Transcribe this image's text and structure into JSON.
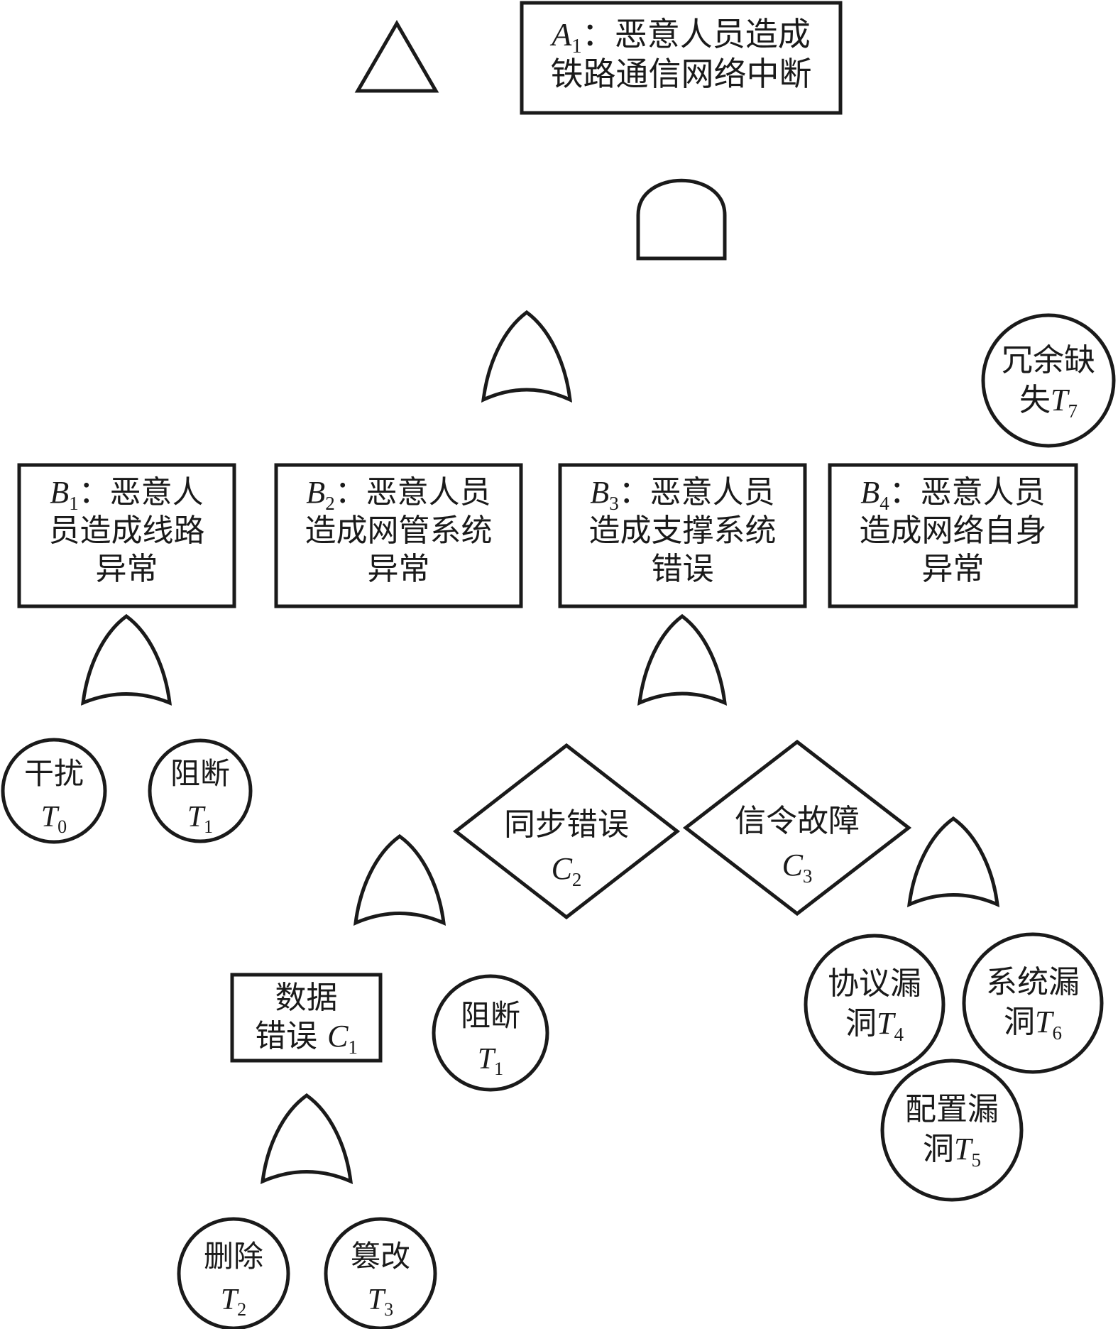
{
  "diagram": {
    "type": "fault-tree",
    "colors": {
      "line": "#1a1a1a",
      "fill": "#ffffff",
      "background": "#ffffff"
    },
    "transfer_symbol": {
      "name": "transfer-triangle",
      "connects_to": "A1"
    },
    "nodes": {
      "A1": {
        "kind": "event-box",
        "symbol": "A",
        "sub": "1",
        "lines": [
          "：恶意人员造成",
          "铁路通信网络中断"
        ]
      },
      "B1": {
        "kind": "event-box",
        "symbol": "B",
        "sub": "1",
        "lines": [
          "：恶意人",
          "员造成线路",
          "异常"
        ]
      },
      "B2": {
        "kind": "event-box",
        "symbol": "B",
        "sub": "2",
        "lines": [
          "：恶意人员",
          "造成网管系统",
          "异常"
        ]
      },
      "B3": {
        "kind": "event-box",
        "symbol": "B",
        "sub": "3",
        "lines": [
          "：恶意人员",
          "造成支撑系统",
          "错误"
        ]
      },
      "B4": {
        "kind": "event-box",
        "symbol": "B",
        "sub": "4",
        "lines": [
          "：恶意人员",
          "造成网络自身",
          "异常"
        ]
      },
      "C1": {
        "kind": "event-box",
        "symbol": "C",
        "sub": "1",
        "lines": [
          "数据",
          "错误 "
        ]
      },
      "C2": {
        "kind": "diamond",
        "symbol": "C",
        "sub": "2",
        "lines": [
          "同步错误"
        ]
      },
      "C3": {
        "kind": "diamond",
        "symbol": "C",
        "sub": "3",
        "lines": [
          "信令故障"
        ]
      },
      "T0": {
        "kind": "basic-event",
        "symbol": "T",
        "sub": "0",
        "lines": [
          "干扰"
        ]
      },
      "T1a": {
        "kind": "basic-event",
        "symbol": "T",
        "sub": "1",
        "lines": [
          "阻断"
        ]
      },
      "T1b": {
        "kind": "basic-event",
        "symbol": "T",
        "sub": "1",
        "lines": [
          "阻断"
        ]
      },
      "T2": {
        "kind": "basic-event",
        "symbol": "T",
        "sub": "2",
        "lines": [
          "删除"
        ]
      },
      "T3": {
        "kind": "basic-event",
        "symbol": "T",
        "sub": "3",
        "lines": [
          "篡改"
        ]
      },
      "T4": {
        "kind": "basic-event",
        "symbol": "T",
        "sub": "4",
        "lines": [
          "协议漏",
          "洞"
        ]
      },
      "T5": {
        "kind": "basic-event",
        "symbol": "T",
        "sub": "5",
        "lines": [
          "配置漏",
          "洞"
        ]
      },
      "T6": {
        "kind": "basic-event",
        "symbol": "T",
        "sub": "6",
        "lines": [
          "系统漏",
          "洞"
        ]
      },
      "T7": {
        "kind": "basic-event",
        "symbol": "T",
        "sub": "7",
        "lines": [
          "冗余缺",
          "失"
        ]
      }
    },
    "gates": [
      {
        "id": "G_A1",
        "type": "AND",
        "output": "A1",
        "inputs": [
          "G_B",
          "T7"
        ]
      },
      {
        "id": "G_B",
        "type": "OR",
        "output": "G_A1",
        "inputs": [
          "B1",
          "B2",
          "B3",
          "B4"
        ]
      },
      {
        "id": "G_B1",
        "type": "OR",
        "output": "B1",
        "inputs": [
          "T0",
          "T1a"
        ]
      },
      {
        "id": "G_B2",
        "type": "OR",
        "output": "B2",
        "inputs": [
          "C1",
          "T1b"
        ]
      },
      {
        "id": "G_C1",
        "type": "OR",
        "output": "C1",
        "inputs": [
          "T2",
          "T3"
        ]
      },
      {
        "id": "G_B3",
        "type": "OR",
        "output": "B3",
        "inputs": [
          "C2",
          "C3"
        ]
      },
      {
        "id": "G_B4",
        "type": "OR",
        "output": "B4",
        "inputs": [
          "T4",
          "T5",
          "T6"
        ]
      }
    ]
  }
}
